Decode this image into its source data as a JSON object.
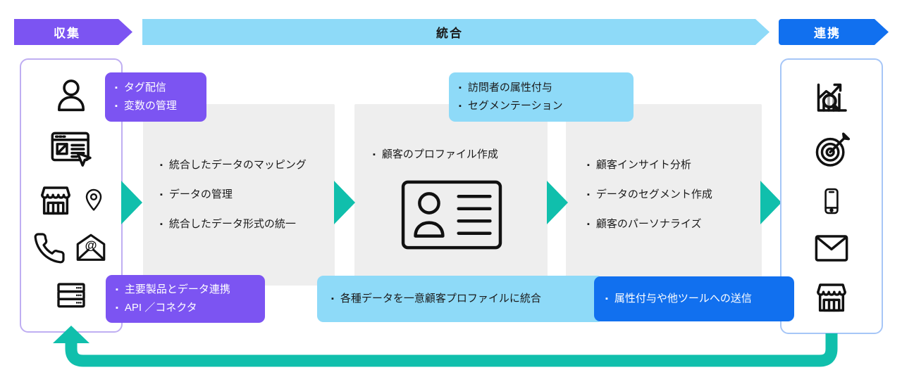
{
  "banners": {
    "collect": "収集",
    "integrate": "統合",
    "connect": "連携"
  },
  "callouts": {
    "tag": {
      "items": [
        "タグ配信",
        "変数の管理"
      ]
    },
    "products": {
      "items": [
        "主要製品とデータ連携",
        "API ／コネクタ"
      ]
    },
    "visitor": {
      "items": [
        "訪問者の属性付与",
        "セグメンテーション"
      ]
    },
    "unify": {
      "items": [
        "各種データを一意顧客プロファイルに統合"
      ]
    },
    "send": {
      "items": [
        "属性付与や他ツールへの送信"
      ]
    }
  },
  "process_boxes": {
    "mapping": {
      "items": [
        "統合したデータのマッピング",
        "データの管理",
        "統合したデータ形式の統一"
      ]
    },
    "profile": {
      "items": [
        "顧客のプロファイル作成"
      ]
    },
    "insight": {
      "items": [
        "顧客インサイト分析",
        "データのセグメント作成",
        "顧客のパーソナライズ"
      ]
    }
  },
  "icons": {
    "left_panel": [
      "user-icon",
      "browser-click-icon",
      "storefront-icon",
      "location-pin-icon",
      "phone-icon",
      "email-at-icon",
      "server-icon"
    ],
    "right_panel": [
      "analytics-search-icon",
      "target-arrow-icon",
      "smartphone-icon",
      "envelope-icon",
      "storefront-icon"
    ],
    "center": "profile-card-icon"
  },
  "colors": {
    "purple": "#7C54F2",
    "light_blue": "#8EDAF8",
    "blue": "#1170EF",
    "teal": "#10BFAC",
    "box_gray": "#EEEEEE",
    "left_panel_border": "#BFAEF2",
    "right_panel_border": "#A6C6F7",
    "text_dark": "#1A1A1A",
    "text_light": "#FFFFFF"
  }
}
